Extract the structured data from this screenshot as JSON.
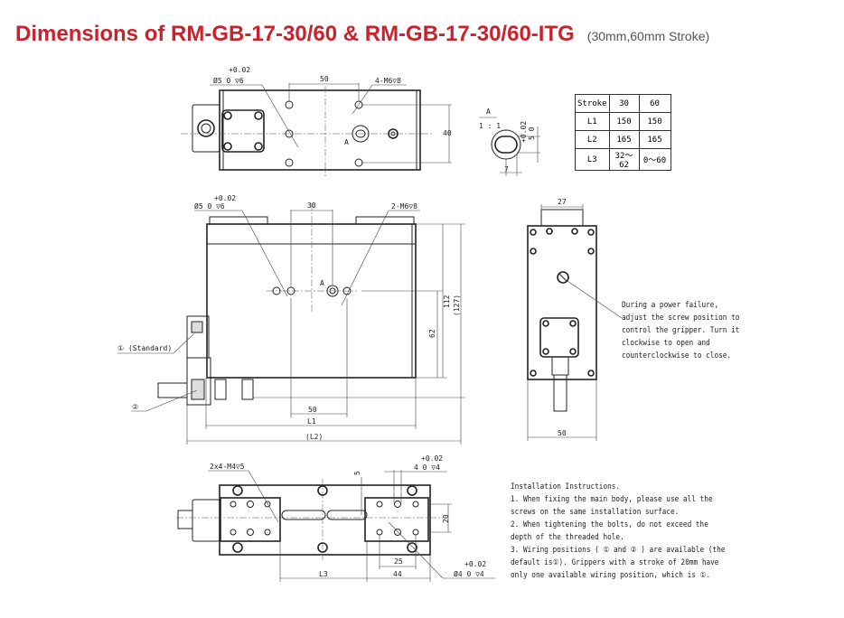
{
  "header": {
    "title": "Dimensions of RM-GB-17-30/60 & RM-GB-17-30/60-ITG",
    "subtitle": "(30mm,60mm Stroke)"
  },
  "top_view": {
    "hole_tol": "+0.02",
    "hole_spec": "Ø5  0  ▽6",
    "dim_50": "50",
    "thread_spec": "4-M6▽8",
    "dim_40": "40",
    "section_label": "A"
  },
  "detail_a": {
    "label": "A",
    "scale": "1 : 1",
    "dim_tol": "+0.02",
    "dim_5": "5  0",
    "dim_7": "7"
  },
  "spec_table": {
    "header": [
      "Stroke",
      "30",
      "60"
    ],
    "rows": [
      [
        "L1",
        "150",
        "150"
      ],
      [
        "L2",
        "165",
        "165"
      ],
      [
        "L3",
        "32～62",
        "0～60"
      ]
    ]
  },
  "side_view": {
    "hole_tol": "+0.02",
    "hole_spec": "Ø5  0  ▽6",
    "dim_30": "30",
    "thread_spec": "2-M6▽8",
    "section_label": "A",
    "dim_112": "112",
    "dim_127": "(127)",
    "dim_62": "62",
    "dim_50": "50",
    "dim_l1": "L1",
    "dim_l2": "(L2)",
    "wiring_1": "① (Standard)",
    "wiring_2": "②"
  },
  "end_view": {
    "dim_27": "27",
    "dim_50": "50",
    "note": [
      "During a power failure,",
      "adjust the screw position to",
      "control the gripper. Turn it",
      "clockwise to open and",
      "counterclockwise to close."
    ]
  },
  "bottom_view": {
    "thread_spec": "2x4-M4▽5",
    "dim_5": "5",
    "pin_tol_top": "+0.02",
    "pin_spec_top": "4  0  ▽4",
    "dim_20": "20",
    "dim_25": "25",
    "dim_44": "44",
    "dim_l3": "L3",
    "pin_tol_bottom": "+0.02",
    "pin_spec_bottom": "Ø4  0  ▽4"
  },
  "instructions": [
    "Installation Instructions.",
    "1. When fixing the main body, please use all the",
    "screws on the same installation surface.",
    "2. When tightening the bolts, do not exceed the",
    "depth of the threaded hole.",
    "3. Wiring positions ( ① and ② ) are available (the",
    "default is①). Grippers with a stroke of 20mm have",
    "only one available wiring position, which is ①."
  ]
}
